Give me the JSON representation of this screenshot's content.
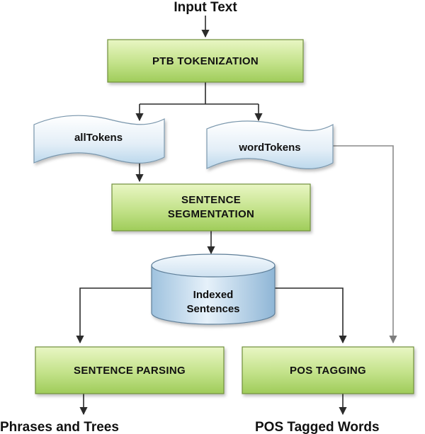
{
  "colors": {
    "process_fill_top": "#e9f6c4",
    "process_fill_bottom": "#9fcc5a",
    "process_border": "#6f8f3a",
    "doc_fill_top": "#ffffff",
    "doc_fill_bottom": "#bcd8ec",
    "doc_border": "#7a97ad",
    "db_fill": "#c6ddef",
    "db_border": "#5f7f99"
  },
  "nodes": {
    "input_text": "Input Text",
    "ptb_tokenization": "PTB TOKENIZATION",
    "all_tokens": "allTokens",
    "word_tokens": "wordTokens",
    "sentence_segmentation_line1": "SENTENCE",
    "sentence_segmentation_line2": "SEGMENTATION",
    "indexed_sentences_line1": "Indexed",
    "indexed_sentences_line2": "Sentences",
    "sentence_parsing": "SENTENCE PARSING",
    "pos_tagging": "POS TAGGING",
    "phrases_and_trees": "Phrases and Trees",
    "pos_tagged_words": "POS Tagged Words"
  }
}
